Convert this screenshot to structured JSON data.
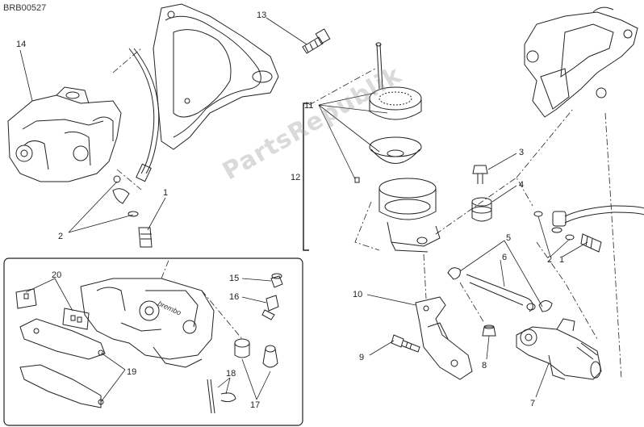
{
  "diagram": {
    "code": "BRB00527",
    "watermark": "PartsRepublik",
    "labels": {
      "l1a": "1",
      "l1b": "1",
      "l2a": "2",
      "l2b": "2",
      "l3": "3",
      "l4": "4",
      "l5": "5",
      "l6": "6",
      "l7": "7",
      "l8": "8",
      "l9": "9",
      "l10": "10",
      "l11": "11",
      "l12": "12",
      "l13": "13",
      "l14": "14",
      "l15": "15",
      "l16": "16",
      "l17": "17",
      "l18": "18",
      "l19": "19",
      "l20": "20"
    },
    "logo": "brembo"
  }
}
